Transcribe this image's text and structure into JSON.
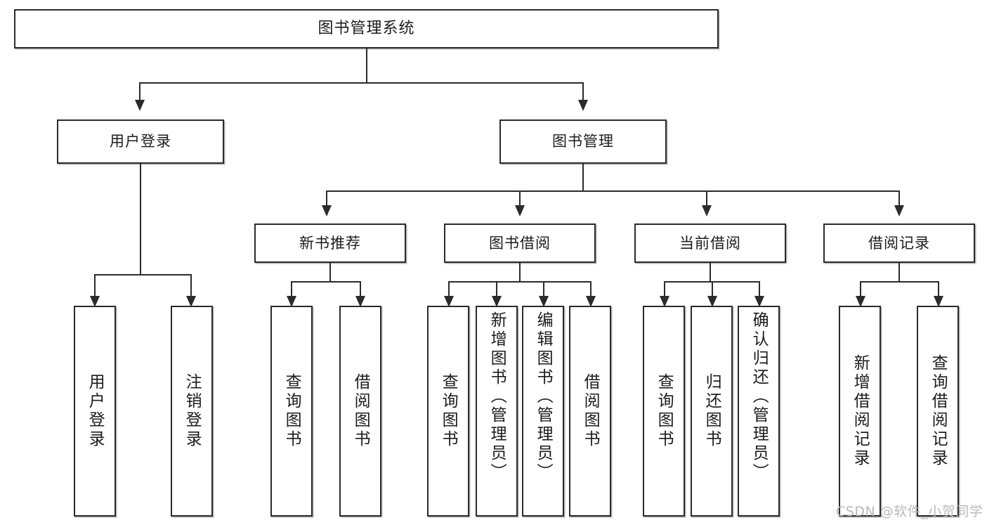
{
  "diagram": {
    "type": "hierarchy-tree",
    "title": "图书管理系统",
    "watermark": "CSDN @软件_小贺同学",
    "levels": 4,
    "nodes": {
      "root": {
        "label": "图书管理系统"
      },
      "level2": [
        {
          "id": "user-login",
          "label": "用户登录"
        },
        {
          "id": "book-manage",
          "label": "图书管理"
        }
      ],
      "level3": [
        {
          "id": "new-book-recommend",
          "label": "新书推荐",
          "parent": "book-manage"
        },
        {
          "id": "book-borrow",
          "label": "图书借阅",
          "parent": "book-manage"
        },
        {
          "id": "current-borrow",
          "label": "当前借阅",
          "parent": "book-manage"
        },
        {
          "id": "borrow-record",
          "label": "借阅记录",
          "parent": "book-manage"
        }
      ],
      "leaves": [
        {
          "id": "leaf-user-login",
          "label": "用户登录",
          "parent": "user-login"
        },
        {
          "id": "leaf-logout-login",
          "label": "注销登录",
          "parent": "user-login"
        },
        {
          "id": "leaf-query-book-1",
          "label": "查询图书",
          "parent": "new-book-recommend"
        },
        {
          "id": "leaf-borrow-book-1",
          "label": "借阅图书",
          "parent": "new-book-recommend"
        },
        {
          "id": "leaf-query-book-2",
          "label": "查询图书",
          "parent": "book-borrow"
        },
        {
          "id": "leaf-add-book-admin",
          "label": "新增图书（管理员）",
          "parent": "book-borrow"
        },
        {
          "id": "leaf-edit-book-admin",
          "label": "编辑图书（管理员）",
          "parent": "book-borrow"
        },
        {
          "id": "leaf-borrow-book-2",
          "label": "借阅图书",
          "parent": "book-borrow"
        },
        {
          "id": "leaf-query-book-3",
          "label": "查询图书",
          "parent": "current-borrow"
        },
        {
          "id": "leaf-return-book",
          "label": "归还图书",
          "parent": "current-borrow"
        },
        {
          "id": "leaf-confirm-return-admin",
          "label": "确认归还（管理员）",
          "parent": "current-borrow"
        },
        {
          "id": "leaf-add-borrow-record",
          "label": "新增借阅记录",
          "parent": "borrow-record"
        },
        {
          "id": "leaf-query-borrow-record",
          "label": "查询借阅记录",
          "parent": "borrow-record"
        }
      ]
    },
    "colors": {
      "stroke": "#2b2b2b",
      "fill": "#ffffff",
      "text": "#1c1c1c",
      "watermark": "#b9b9b9"
    }
  }
}
